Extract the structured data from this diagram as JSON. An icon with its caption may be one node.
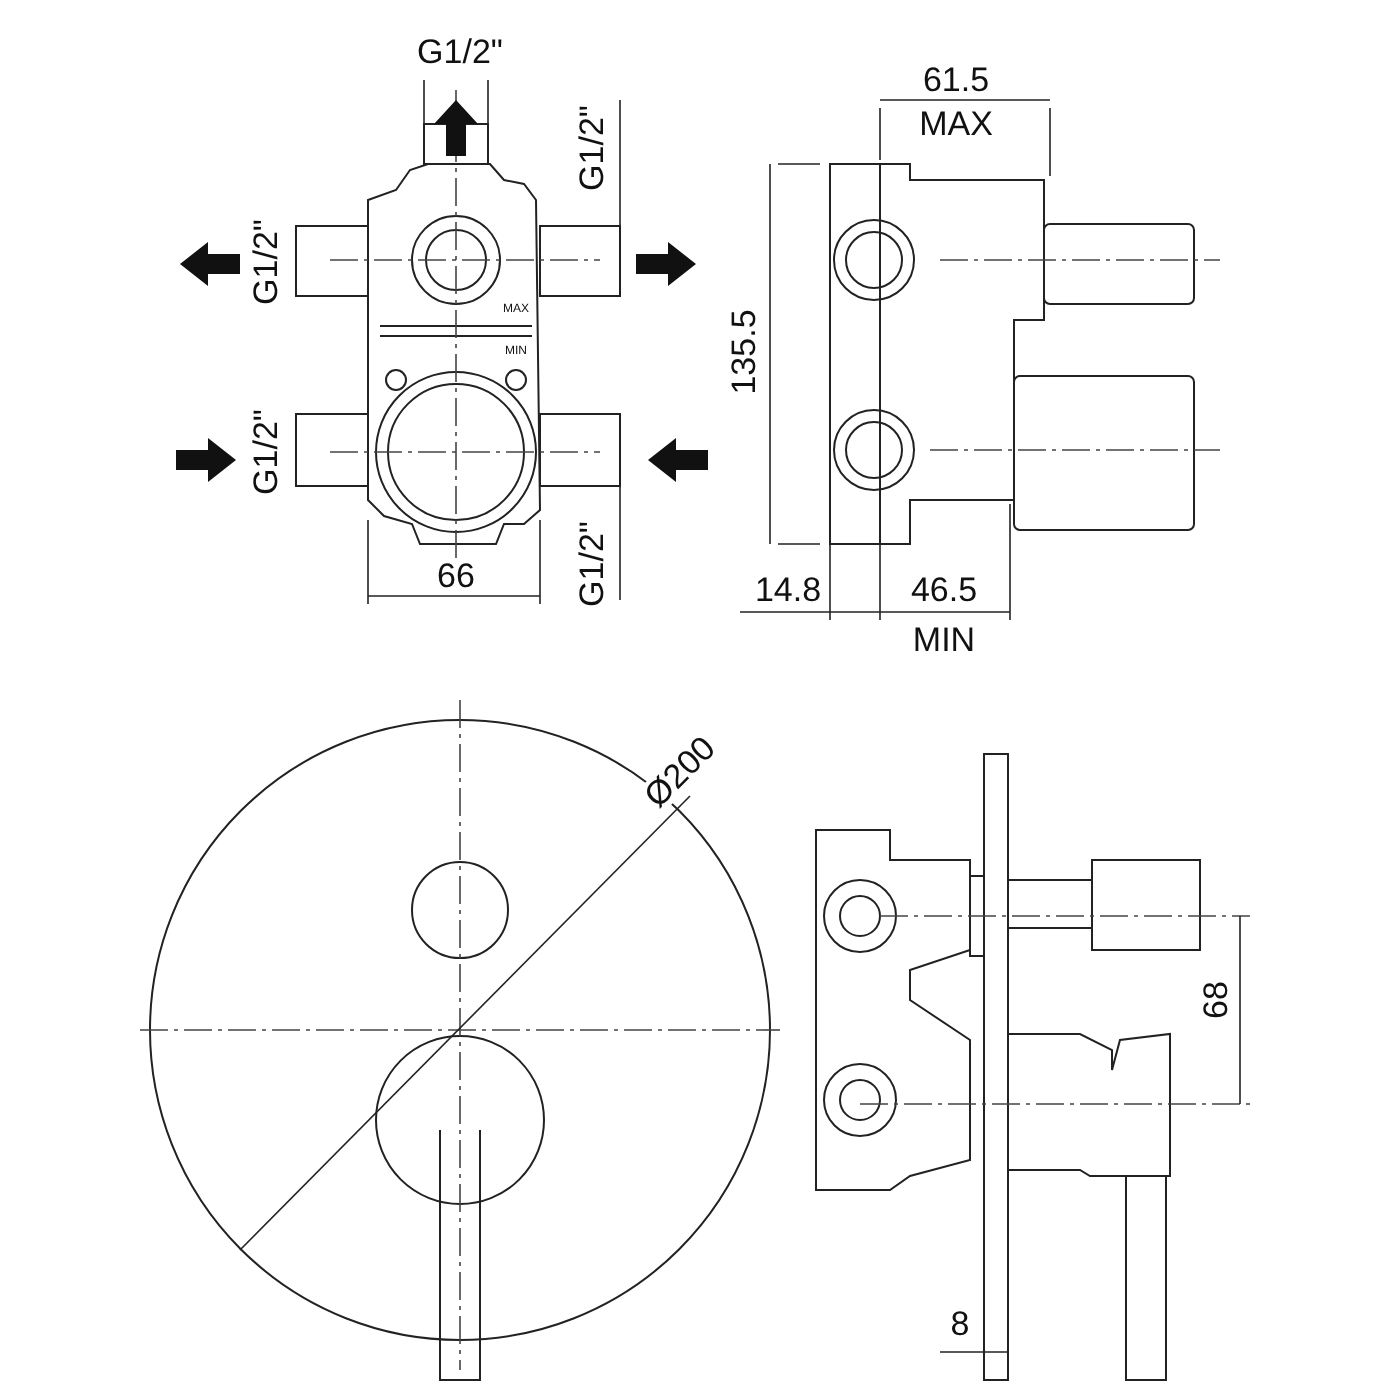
{
  "diagram": {
    "labels": [
      "G1/2\"",
      "G1/2\"",
      "G1/2\"",
      "MAX",
      "MIN",
      "G1/2\"",
      "66",
      "G1/2\"",
      "61.5",
      "MAX",
      "135.5",
      "14.8",
      "46.5",
      "MIN",
      "Ø200",
      "68",
      "8"
    ]
  }
}
